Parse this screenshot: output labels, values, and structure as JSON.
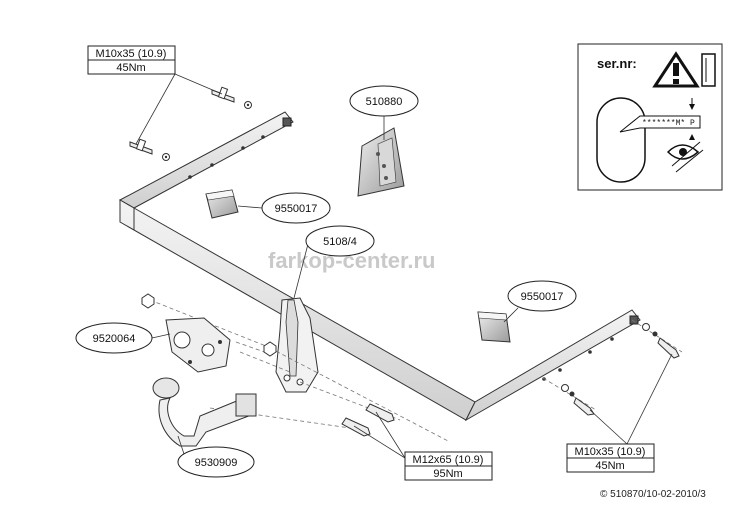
{
  "callouts": {
    "bolt_top": {
      "spec": "M10x35 (10.9)",
      "torque": "45Nm"
    },
    "bolt_right": {
      "spec": "M10x35 (10.9)",
      "torque": "45Nm"
    },
    "bolt_center": {
      "spec": "M12x65 (10.9)",
      "torque": "95Nm"
    }
  },
  "parts": {
    "electrical_socket": "510880",
    "spacer_top": "9550017",
    "crossbar": "5108/4",
    "spacer_right": "9550017",
    "socket_plate": "9520064",
    "ball_neck": "9530909"
  },
  "serial": {
    "title": "ser.nr:",
    "plate_text": "*******M* P"
  },
  "watermark": "farkop-center.ru",
  "footer": "© 510870/10-02-2010/3"
}
